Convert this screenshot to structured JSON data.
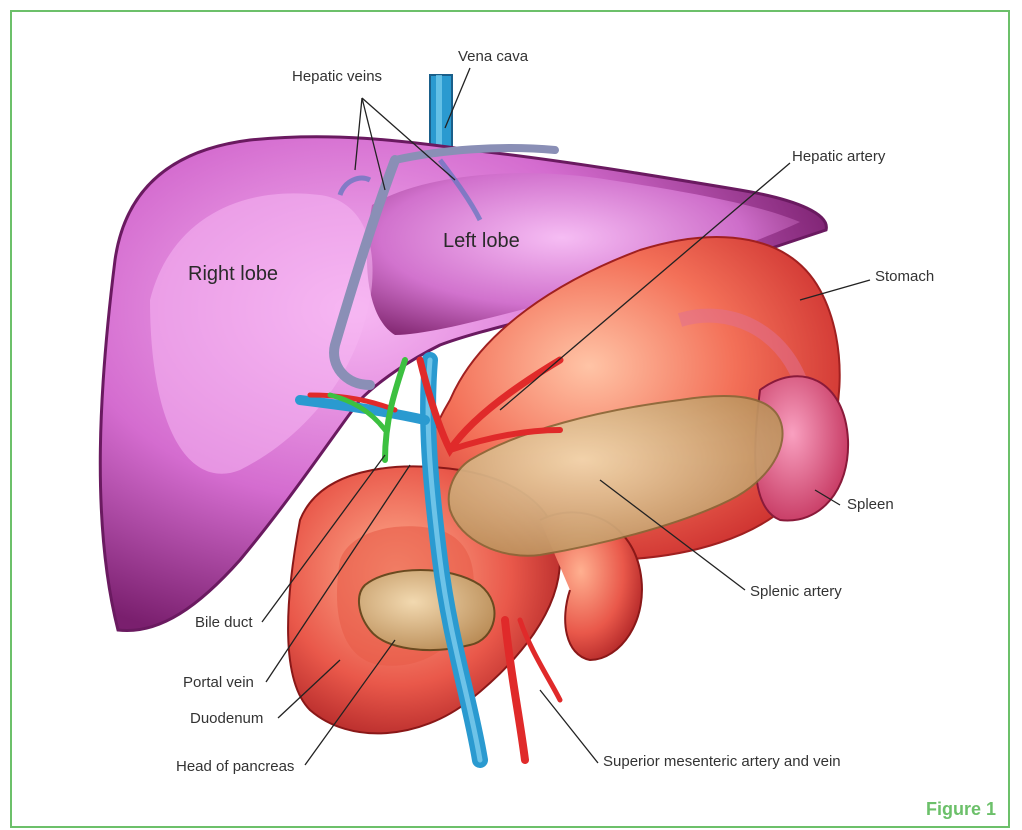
{
  "figure_label": "Figure 1",
  "labels": {
    "vena_cava": "Vena cava",
    "hepatic_veins": "Hepatic veins",
    "left_lobe": "Left lobe",
    "right_lobe": "Right lobe",
    "hepatic_artery": "Hepatic artery",
    "stomach": "Stomach",
    "spleen": "Spleen",
    "splenic_artery": "Splenic artery",
    "bile_duct": "Bile duct",
    "portal_vein": "Portal vein",
    "duodenum": "Duodenum",
    "head_of_pancreas": "Head of pancreas",
    "superior_mesenteric": "Superior mesenteric artery and vein"
  },
  "colors": {
    "frame": "#6cc06a",
    "liver": "#c050b8",
    "liver_light": "#f0a8ee",
    "stomach": "#f06048",
    "pancreas": "#c8a070",
    "vein_blue": "#2a9ad0",
    "artery_red": "#e02a2a",
    "bile_green": "#3cc040"
  }
}
